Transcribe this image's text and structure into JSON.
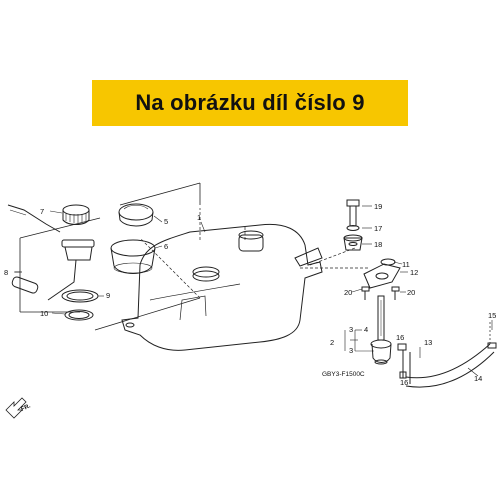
{
  "banner": {
    "title": "Na obrázku díl číslo 9",
    "color": "#f7c600"
  },
  "diagram": {
    "code": "GBY3-F1500C",
    "direction_label": "FR.",
    "callouts": [
      "1",
      "2",
      "3",
      "3",
      "4",
      "5",
      "6",
      "7",
      "8",
      "9",
      "10",
      "11",
      "12",
      "13",
      "14",
      "15",
      "16",
      "16",
      "17",
      "18",
      "19",
      "20",
      "20"
    ]
  },
  "colors": {
    "line": "#222222",
    "highlight": "#f7c600"
  }
}
